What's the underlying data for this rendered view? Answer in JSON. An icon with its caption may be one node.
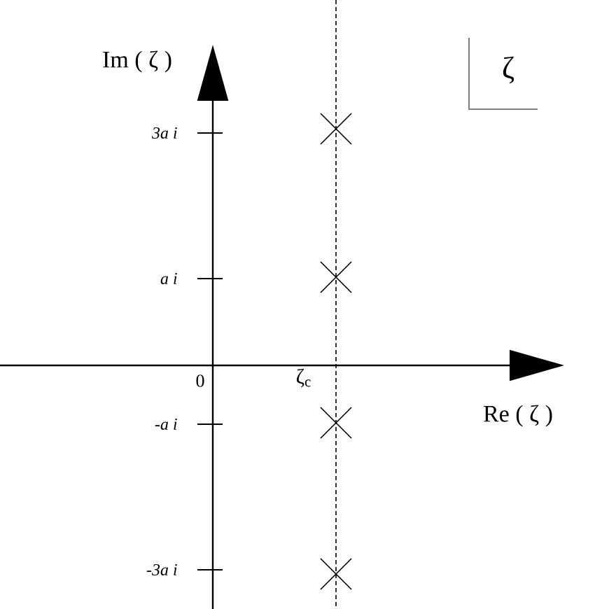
{
  "diagram": {
    "labels": [
      "Im ( ζ )",
      "ζ",
      "3a i",
      "a i",
      "0",
      "ζ$_{c}$",
      "-a i",
      "Re ( ζ )",
      "-3a i"
    ]
  }
}
